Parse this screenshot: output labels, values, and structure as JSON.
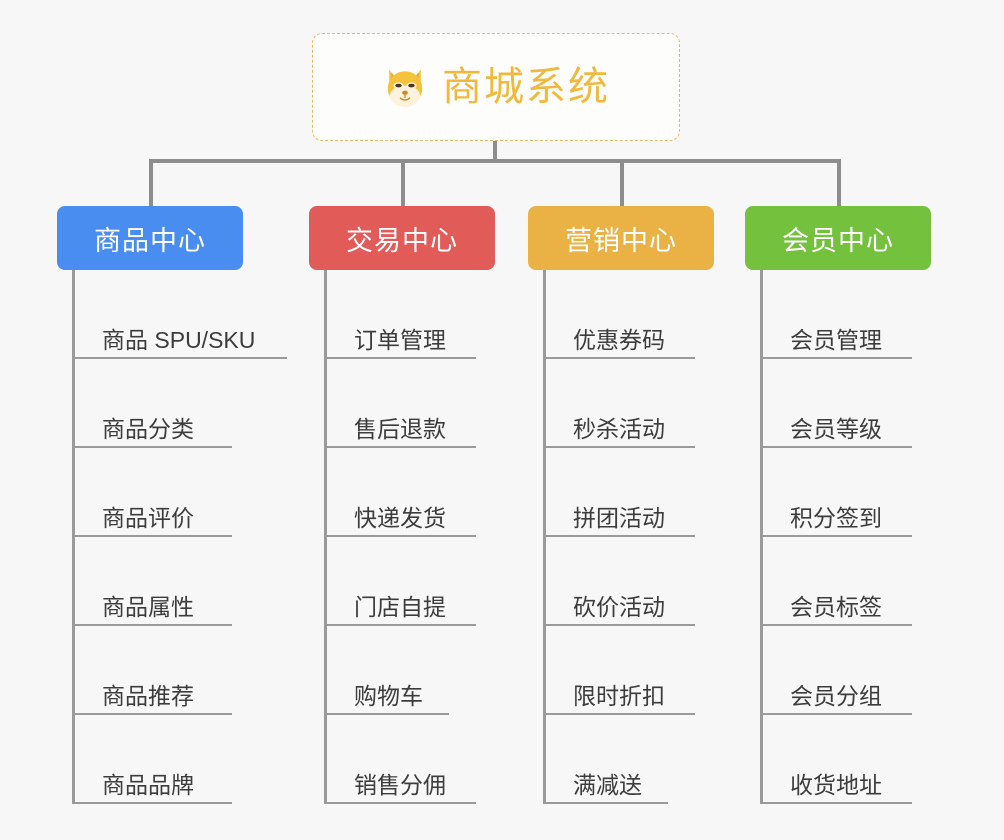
{
  "page": {
    "background": "#f7f7f7",
    "text_color": "#3c3c3c",
    "line_color": "#8d8d8d"
  },
  "root": {
    "title": "商城系统",
    "icon": "shiba-dog-emoji",
    "border_color": "#e8b964",
    "title_color": "#f0b93e",
    "background": "#fdfdfb"
  },
  "columns": [
    {
      "header": "商品中心",
      "color": "#4a8df0",
      "items": [
        {
          "label": "商品 SPU/SKU",
          "short": false
        },
        {
          "label": "商品分类",
          "short": true
        },
        {
          "label": "商品评价",
          "short": true
        },
        {
          "label": "商品属性",
          "short": true
        },
        {
          "label": "商品推荐",
          "short": true
        },
        {
          "label": "商品品牌",
          "short": true
        }
      ]
    },
    {
      "header": "交易中心",
      "color": "#e15b58",
      "items": [
        {
          "label": "订单管理",
          "short": false
        },
        {
          "label": "售后退款",
          "short": false
        },
        {
          "label": "快递发货",
          "short": false
        },
        {
          "label": "门店自提",
          "short": false
        },
        {
          "label": "购物车",
          "short": true
        },
        {
          "label": "销售分佣",
          "short": false
        }
      ]
    },
    {
      "header": "营销中心",
      "color": "#eab244",
      "items": [
        {
          "label": "优惠券码",
          "short": false
        },
        {
          "label": "秒杀活动",
          "short": false
        },
        {
          "label": "拼团活动",
          "short": false
        },
        {
          "label": "砍价活动",
          "short": false
        },
        {
          "label": "限时折扣",
          "short": false
        },
        {
          "label": "满减送",
          "short": true
        }
      ]
    },
    {
      "header": "会员中心",
      "color": "#74c13d",
      "items": [
        {
          "label": "会员管理",
          "short": false
        },
        {
          "label": "会员等级",
          "short": false
        },
        {
          "label": "积分签到",
          "short": false
        },
        {
          "label": "会员标签",
          "short": false
        },
        {
          "label": "会员分组",
          "short": false
        },
        {
          "label": "收货地址",
          "short": false
        }
      ]
    }
  ]
}
